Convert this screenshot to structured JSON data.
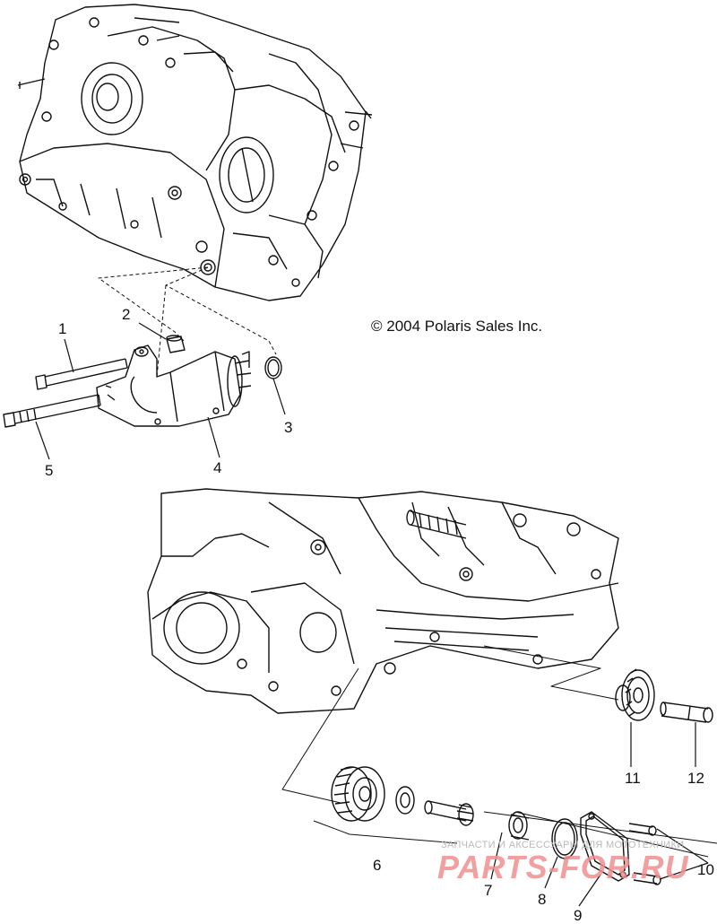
{
  "copyright": "© 2004 Polaris Sales Inc.",
  "callouts": [
    "1",
    "2",
    "3",
    "4",
    "5",
    "6",
    "7",
    "8",
    "9",
    "10",
    "11",
    "12"
  ],
  "watermark": {
    "tagline": "ЗАПЧАСТИ И АКСЕССУАРЫ ДЛЯ МОТОТЕХНИКИ",
    "logo_text": "PARTS-FOR.RU"
  }
}
